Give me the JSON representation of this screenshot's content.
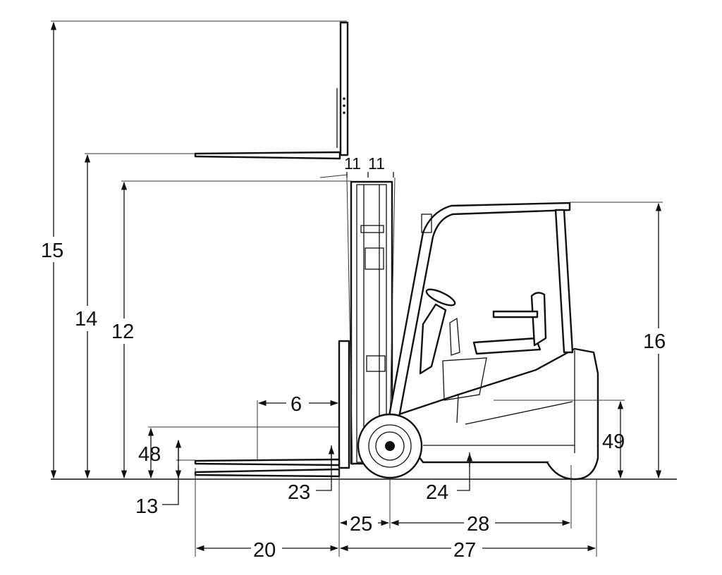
{
  "colors": {
    "line": "#111111",
    "background": "#ffffff"
  },
  "dimensions": {
    "d15": "15",
    "d14": "14",
    "d12": "12",
    "d16": "16",
    "d11_left": "11",
    "d11_right": "11",
    "d6": "6",
    "d48": "48",
    "d49": "49",
    "d13": "13",
    "d23": "23",
    "d24": "24",
    "d25": "25",
    "d28": "28",
    "d20": "20",
    "d27": "27"
  }
}
